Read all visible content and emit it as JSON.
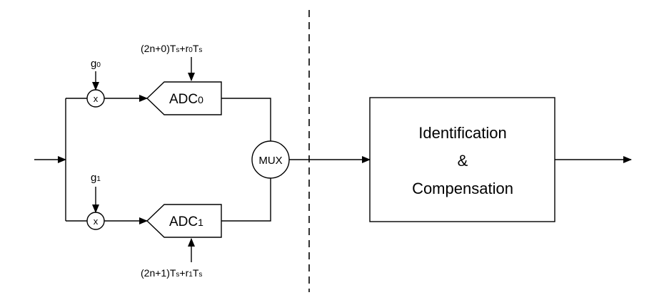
{
  "gains": {
    "g0": {
      "base": "g",
      "sub": "0"
    },
    "g1": {
      "base": "g",
      "sub": "1"
    },
    "multiplier_symbol": "x"
  },
  "adc": {
    "adc0": {
      "base": "ADC",
      "sub": "0"
    },
    "adc1": {
      "base": "ADC",
      "sub": "1"
    }
  },
  "clocks": {
    "clk0": {
      "p1": "(2n+0)T",
      "s1": "s",
      "p2": "+r",
      "s2": "0",
      "p3": "T",
      "s3": "s"
    },
    "clk1": {
      "p1": "(2n+1)T",
      "s1": "s",
      "p2": "+r",
      "s2": "1",
      "p3": "T",
      "s3": "s"
    }
  },
  "mux": {
    "label": "MUX"
  },
  "block": {
    "line1": "Identification",
    "line2": "&",
    "line3": "Compensation"
  }
}
